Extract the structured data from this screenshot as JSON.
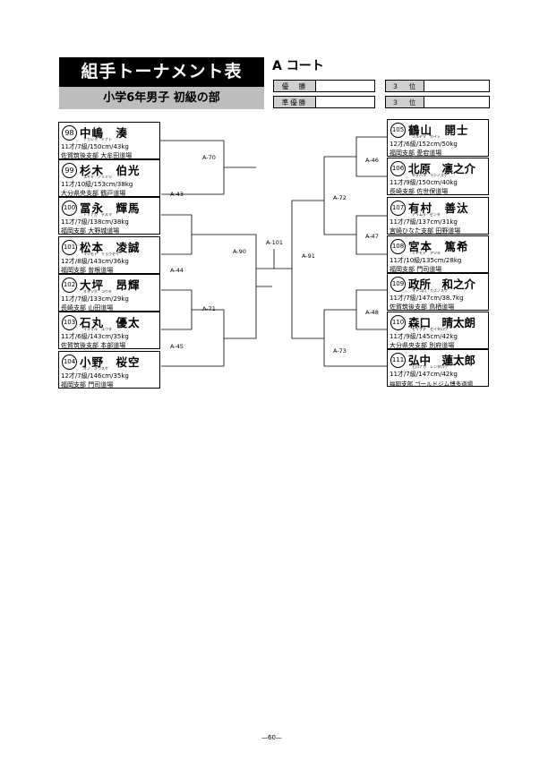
{
  "header": {
    "title": "組手トーナメント表",
    "subtitle": "小学6年男子 初級の部",
    "court": "A コート"
  },
  "results": {
    "champion_label": "優　勝",
    "runner_up_label": "準優勝",
    "third_label": "３　位"
  },
  "entries_left": [
    {
      "num": "98",
      "name": "中嶋　湊",
      "kana": "ナカシマ　ミナト",
      "stats": "11才/7級/150cm/43kg",
      "affiliation": "佐賀筑後支部 大牟田道場"
    },
    {
      "num": "99",
      "name": "杉木　伯光",
      "kana": "スギキ　ノリミツ",
      "stats": "11才/10級/153cm/38kg",
      "affiliation": "大分県央支部 鶴戸道場"
    },
    {
      "num": "100",
      "name": "冨永　輝馬",
      "kana": "トミナガ　テルマ",
      "stats": "11才/7級/138cm/38kg",
      "affiliation": "福岡支部 大野城道場"
    },
    {
      "num": "101",
      "name": "松本　凌誠",
      "kana": "マツモト　リョウセイ",
      "stats": "12才/8級/143cm/36kg",
      "affiliation": "福岡支部 曽根道場"
    },
    {
      "num": "102",
      "name": "大坪　昂輝",
      "kana": "オオツボ　コウキ",
      "stats": "11才/7級/133cm/29kg",
      "affiliation": "長崎支部 山田道場"
    },
    {
      "num": "103",
      "name": "石丸　優太",
      "kana": "イシマル　ユウタ",
      "stats": "11才/6級/143cm/35kg",
      "affiliation": "佐賀筑後支部 本部道場"
    },
    {
      "num": "104",
      "name": "小野　桜空",
      "kana": "オノ　オウスケ",
      "stats": "12才/7級/146cm/35kg",
      "affiliation": "福岡支部 門司道場"
    }
  ],
  "entries_right": [
    {
      "num": "105",
      "name": "鶴山　開士",
      "kana": "ツルヤマ　カイト",
      "stats": "12才/6級/152cm/50kg",
      "affiliation": "福岡支部 愛宕道場"
    },
    {
      "num": "106",
      "name": "北原　凛之介",
      "kana": "キタハラ　リンノスケ",
      "stats": "11才/9級/150cm/40kg",
      "affiliation": "長崎支部 佐世保道場"
    },
    {
      "num": "107",
      "name": "有村　善汰",
      "kana": "アリムラ　ゼンタ",
      "stats": "11才/7級/137cm/31kg",
      "affiliation": "宮崎ひなた支部 田野道場"
    },
    {
      "num": "108",
      "name": "宮本　篤希",
      "kana": "ミヤモト　アツキ",
      "stats": "11才/10級/135cm/28kg",
      "affiliation": "福岡支部 門司道場"
    },
    {
      "num": "109",
      "name": "政所　和之介",
      "kana": "マドコロ　カズノスケ",
      "stats": "11才/7級/147cm/38.7kg",
      "affiliation": "佐賀筑後支部 鳥栖道場"
    },
    {
      "num": "110",
      "name": "森口　晴太朗",
      "kana": "モリグチ　セイタロウ",
      "stats": "11才/9級/145cm/42kg",
      "affiliation": "大分県央支部 別府道場"
    },
    {
      "num": "111",
      "name": "弘中　蓮太郎",
      "kana": "ヒロナカ　レンタロウ",
      "stats": "11才/7級/147cm/42kg",
      "affiliation": "福岡支部 ゴールドジム博多道場"
    }
  ],
  "matches": {
    "a43": "A-43",
    "a44": "A-44",
    "a45": "A-45",
    "a46": "A-46",
    "a47": "A-47",
    "a48": "A-48",
    "a70": "A-70",
    "a71": "A-71",
    "a72": "A-72",
    "a73": "A-73",
    "a90": "A-90",
    "a91": "A-91",
    "a101": "A-101"
  },
  "footer": {
    "page": "—60—"
  }
}
